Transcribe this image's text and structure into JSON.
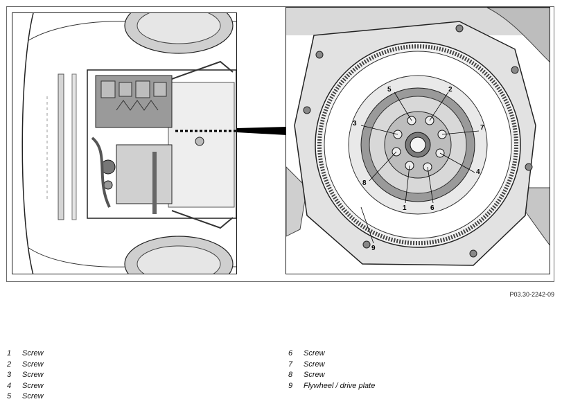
{
  "figure": {
    "code": "P03.30-2242-09",
    "callouts": [
      "1",
      "2",
      "3",
      "4",
      "5",
      "6",
      "7",
      "8",
      "9"
    ]
  },
  "legend": {
    "left": [
      {
        "num": "1",
        "label": "Screw"
      },
      {
        "num": "2",
        "label": "Screw"
      },
      {
        "num": "3",
        "label": "Screw"
      },
      {
        "num": "4",
        "label": "Screw"
      },
      {
        "num": "5",
        "label": "Screw"
      }
    ],
    "right": [
      {
        "num": "6",
        "label": "Screw"
      },
      {
        "num": "7",
        "label": "Screw"
      },
      {
        "num": "8",
        "label": "Screw"
      },
      {
        "num": "9",
        "label": "Flywheel / drive plate"
      }
    ]
  }
}
